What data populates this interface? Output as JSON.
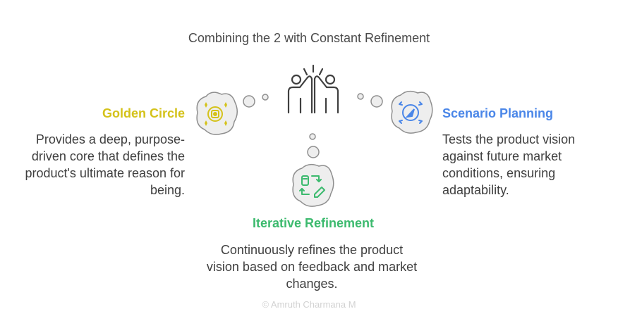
{
  "title": "Combining the 2 with Constant Refinement",
  "colors": {
    "golden": "#d4c21a",
    "scenario": "#4a86e8",
    "iterative": "#3cba6e",
    "ink": "#3f3f3f",
    "bubble_fill": "#eeeeee",
    "bubble_stroke": "#8f8f8f"
  },
  "center_icon": "high-five-icon",
  "nodes": {
    "golden": {
      "heading": "Golden Circle",
      "description": "Provides a deep, purpose-driven core that defines the product's ultimate reason for being.",
      "icon": "target-icon"
    },
    "scenario": {
      "heading": "Scenario Planning",
      "description": "Tests the product vision against future market conditions, ensuring adaptability.",
      "icon": "compass-icon"
    },
    "iterative": {
      "heading": "Iterative Refinement",
      "description": "Continuously refines the product vision based on feedback and market changes.",
      "icon": "refresh-edit-icon"
    }
  },
  "credit": "© Amruth Charmana M"
}
